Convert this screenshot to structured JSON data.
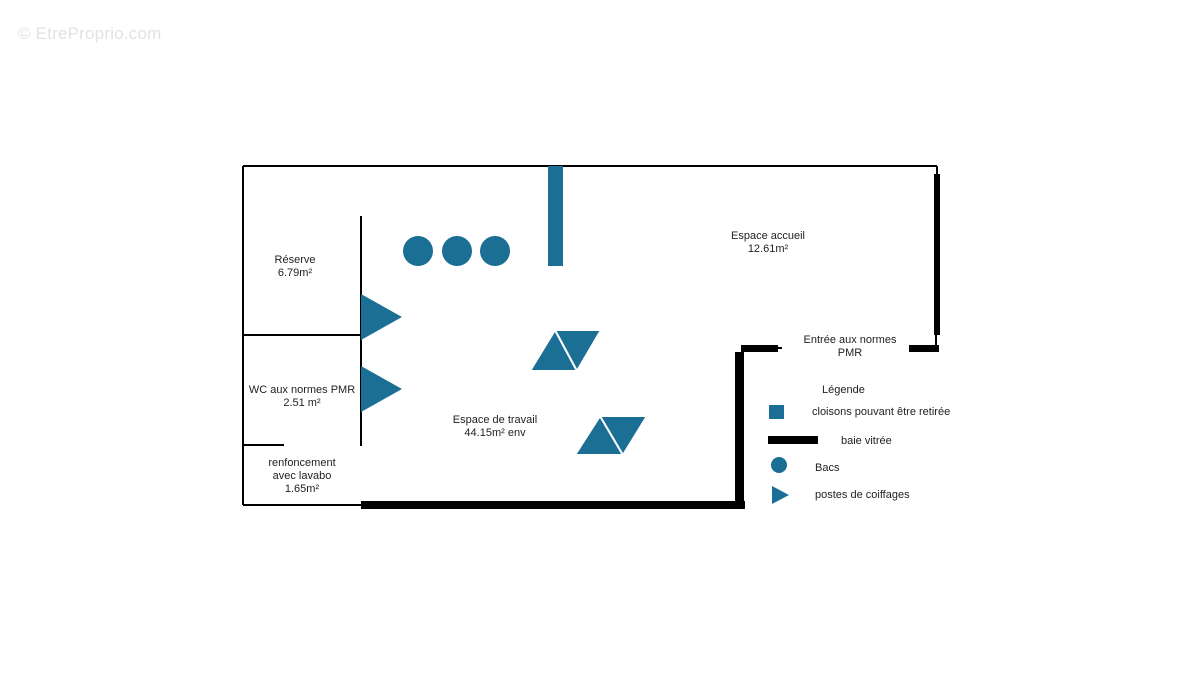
{
  "watermark": "© EtreProprio.com",
  "rooms": {
    "reserve": {
      "name": "Réserve",
      "area": "6.79m²"
    },
    "wc": {
      "name": "WC aux normes PMR",
      "area": "2.51 m²"
    },
    "renfoncement": {
      "line1": "renfoncement",
      "line2": "avec lavabo",
      "area": "1.65m²"
    },
    "travail": {
      "name": "Espace de travail",
      "area": "44.15m² env"
    },
    "accueil": {
      "name": "Espace accueil",
      "area": "12.61m²"
    },
    "entree": {
      "line1": "Entrée aux normes",
      "line2": "PMR"
    }
  },
  "legend": {
    "title": "Légende",
    "items": [
      {
        "symbol": "square-icon",
        "label": "cloisons pouvant être retirée"
      },
      {
        "symbol": "bar-icon",
        "label": "baie vitrée"
      },
      {
        "symbol": "circle-icon",
        "label": "Bacs"
      },
      {
        "symbol": "triangle-icon",
        "label": "postes de coiffages"
      }
    ]
  },
  "colors": {
    "accent": "#1b6f95",
    "wall": "#000000"
  }
}
